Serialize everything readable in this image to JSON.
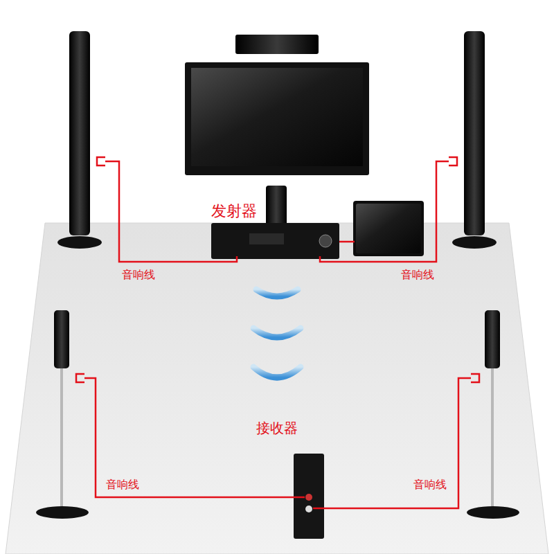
{
  "diagram": {
    "labels": [
      "发射器",
      "音响线",
      "音响线",
      "接收器",
      "音响线",
      "音响线"
    ]
  }
}
